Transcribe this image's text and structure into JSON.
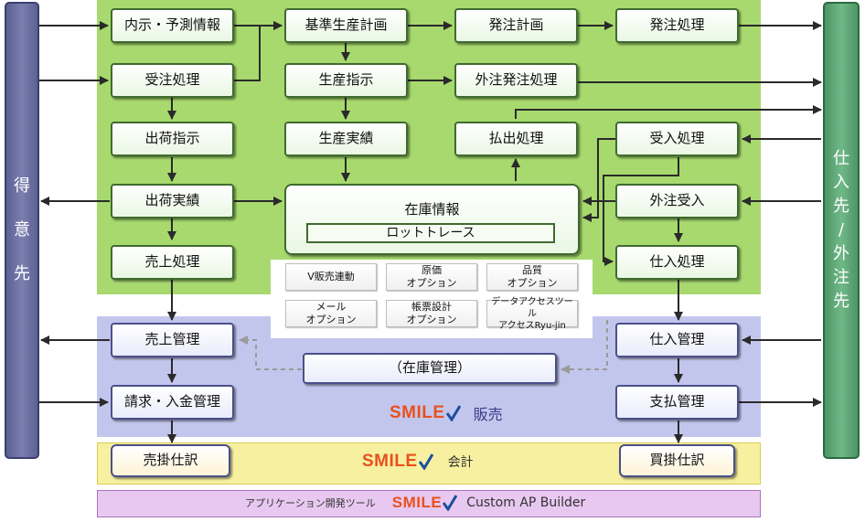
{
  "colors": {
    "green_area": "#a7d96e",
    "blue_area": "#c3c6ec",
    "yellow_band": "#f7f0a0",
    "purple_band": "#e8c8f0",
    "customer_bar": "#6b6fa0",
    "supplier_bar": "#5ea776",
    "brand_orange": "#e8511e",
    "brand_blue": "#1a4fa0"
  },
  "side": {
    "left": [
      "得",
      "意",
      "先"
    ],
    "right": [
      "仕",
      "入",
      "先",
      "/",
      "外",
      "注",
      "先"
    ]
  },
  "nodes": {
    "naiji": "内示・予測情報",
    "kijun": "基準生産計画",
    "hatchu_keikaku": "発注計画",
    "hatchu_shori": "発注処理",
    "juchu": "受注処理",
    "seisan_shiji": "生産指示",
    "gaichu_hatchu": "外注発注処理",
    "shukka_shiji": "出荷指示",
    "seisan_jisseki": "生産実績",
    "haraidashi": "払出処理",
    "ukeire": "受入処理",
    "shukka_jisseki": "出荷実績",
    "zaiko_joho": "在庫情報",
    "lot_trace": "ロットトレース",
    "gaichu_ukeire": "外注受入",
    "uriage_shori": "売上処理",
    "shiire_shori": "仕入処理",
    "uriage_kanri": "売上管理",
    "zaiko_kanri": "（在庫管理）",
    "shiire_kanri": "仕入管理",
    "seikyu": "請求・入金管理",
    "shiharai": "支払管理",
    "urikake": "売掛仕訳",
    "kaikake": "買掛仕訳"
  },
  "options": {
    "v_hanbai": "V販売連動",
    "genka": "原価\nオプション",
    "hinshitsu": "品質\nオプション",
    "mail": "メール\nオプション",
    "chohyo": "帳票設計\nオプション",
    "data_access": "データアクセスツール\nアクセスRyu-jin"
  },
  "bands": {
    "brand": "SMILE",
    "hanbai": "販売",
    "kaikei": "会計",
    "ap_tool": "アプリケーション開発ツール",
    "ap_builder": "Custom AP Builder"
  }
}
